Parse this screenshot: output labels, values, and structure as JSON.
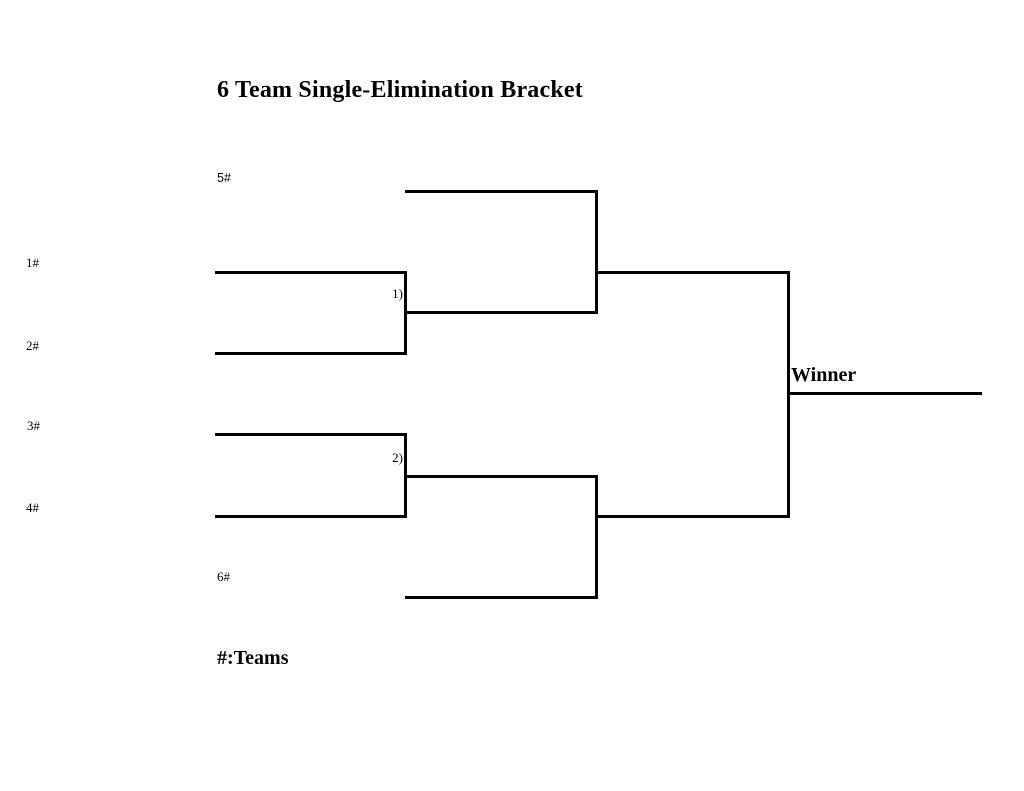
{
  "page": {
    "title": "6 Team Single-Elimination Bracket",
    "legend": "#:Teams"
  },
  "bracket": {
    "seeds": {
      "seed1": "1#",
      "seed2": "2#",
      "seed3": "3#",
      "seed4": "4#",
      "seed5": "5#",
      "seed6": "6#"
    },
    "matches": {
      "match1": "1)",
      "match2": "2)"
    },
    "winner_label": "Winner"
  },
  "colors": {
    "line": "#000000",
    "text": "#000000",
    "background": "#ffffff"
  }
}
